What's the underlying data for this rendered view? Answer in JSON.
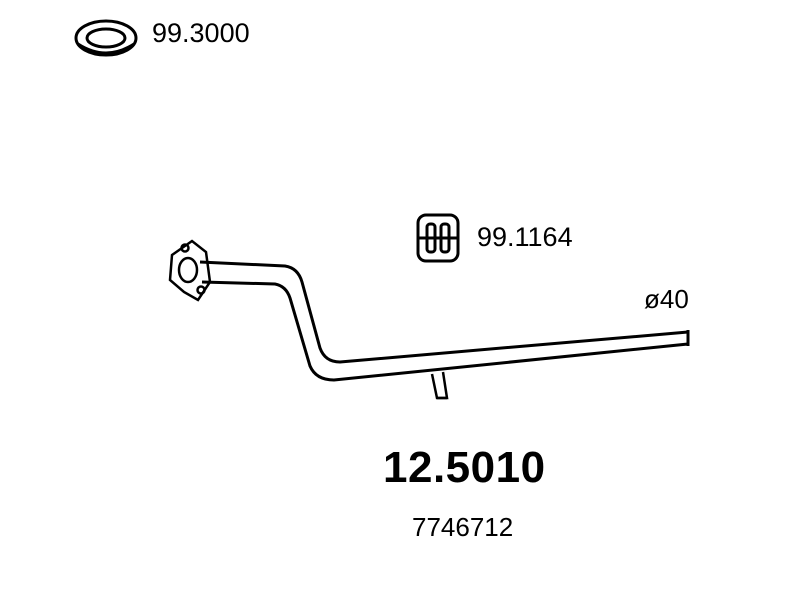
{
  "labels": {
    "gasket_code": "99.3000",
    "mount_code": "99.1164",
    "diameter": "ø40",
    "part_number": "12.5010",
    "oe_number": "7746712"
  },
  "icons": {
    "gasket": "gasket-ring-icon",
    "mount": "rubber-mount-icon"
  },
  "colors": {
    "line": "#000000",
    "background": "#ffffff"
  }
}
